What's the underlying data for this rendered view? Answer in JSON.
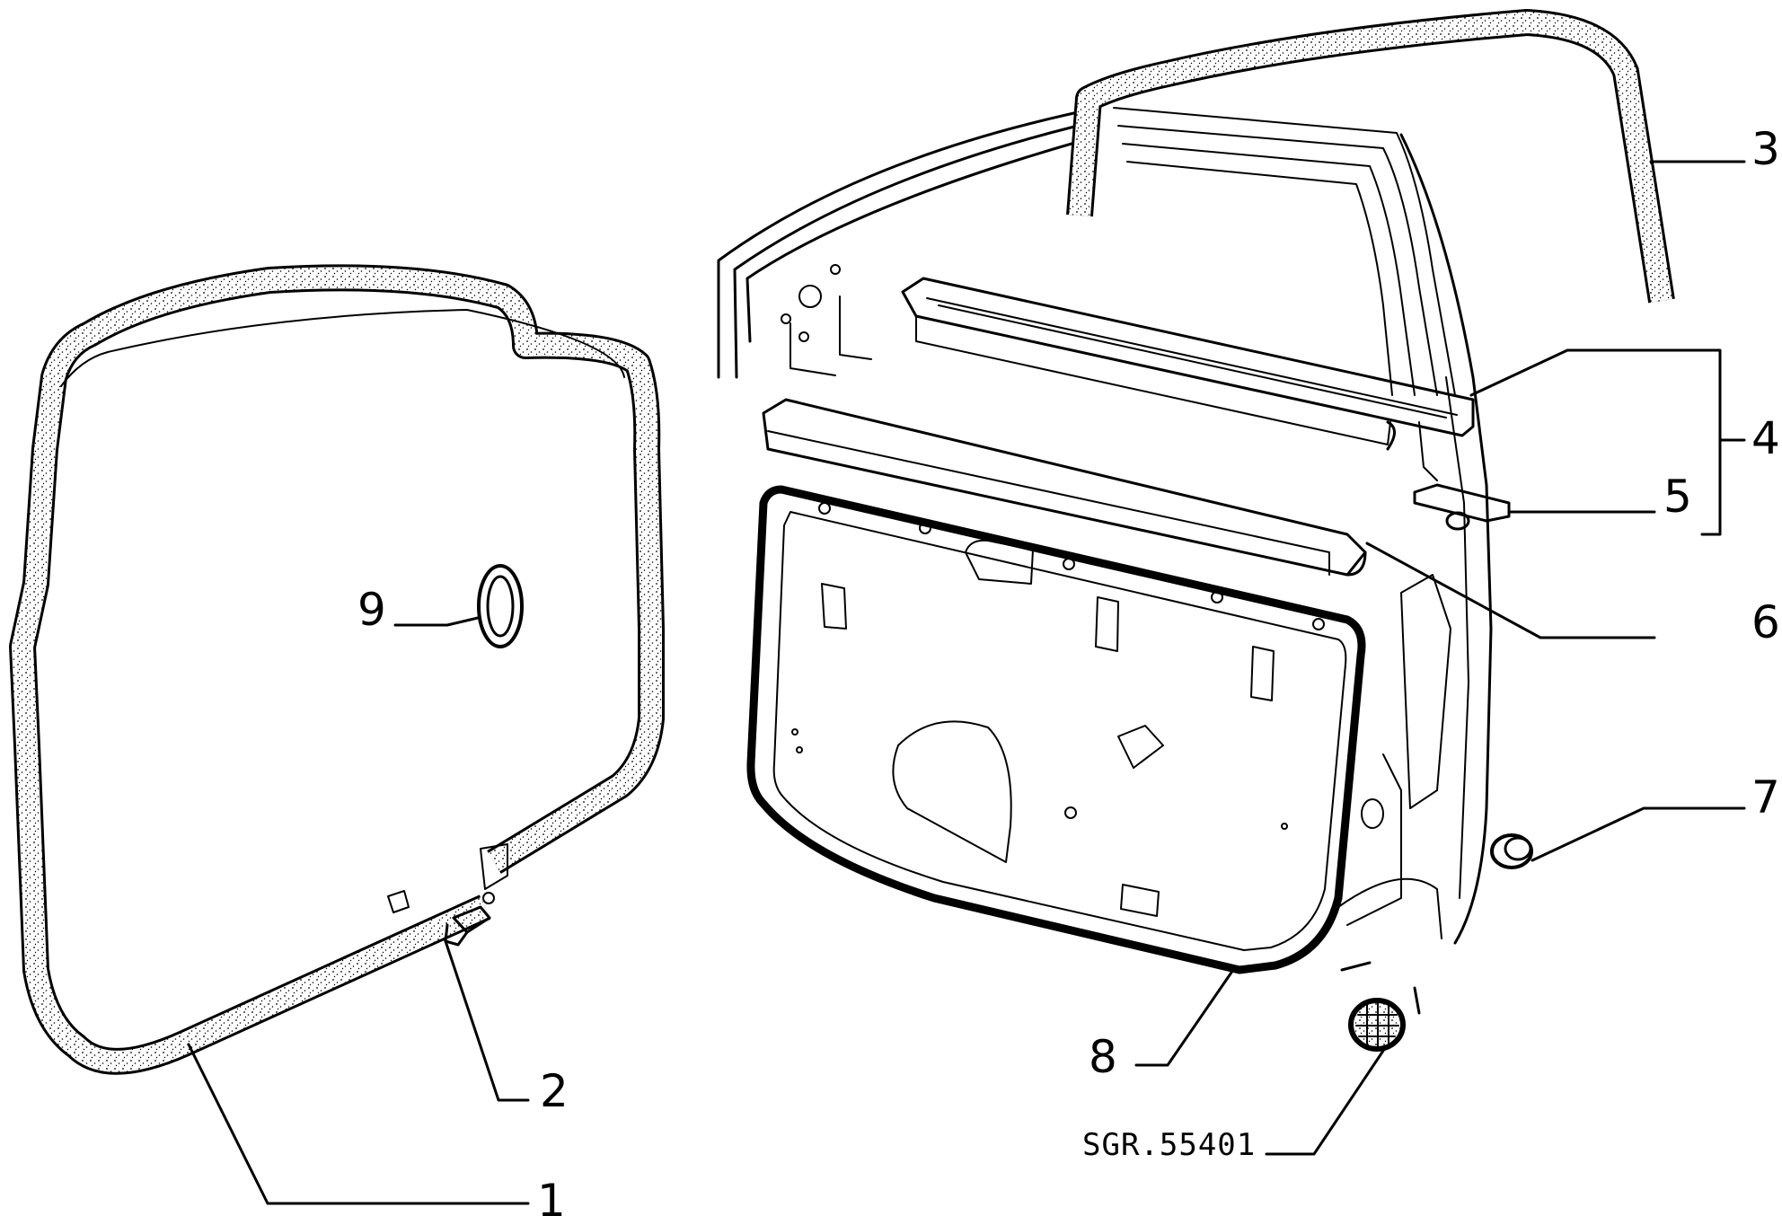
{
  "diagram": {
    "part_code": "SGR.55401",
    "callouts": [
      {
        "id": "1",
        "text": "1"
      },
      {
        "id": "2",
        "text": "2"
      },
      {
        "id": "3",
        "text": "3"
      },
      {
        "id": "4",
        "text": "4"
      },
      {
        "id": "5",
        "text": "5"
      },
      {
        "id": "6",
        "text": "6"
      },
      {
        "id": "7",
        "text": "7"
      },
      {
        "id": "8",
        "text": "8"
      },
      {
        "id": "9",
        "text": "9"
      }
    ]
  }
}
